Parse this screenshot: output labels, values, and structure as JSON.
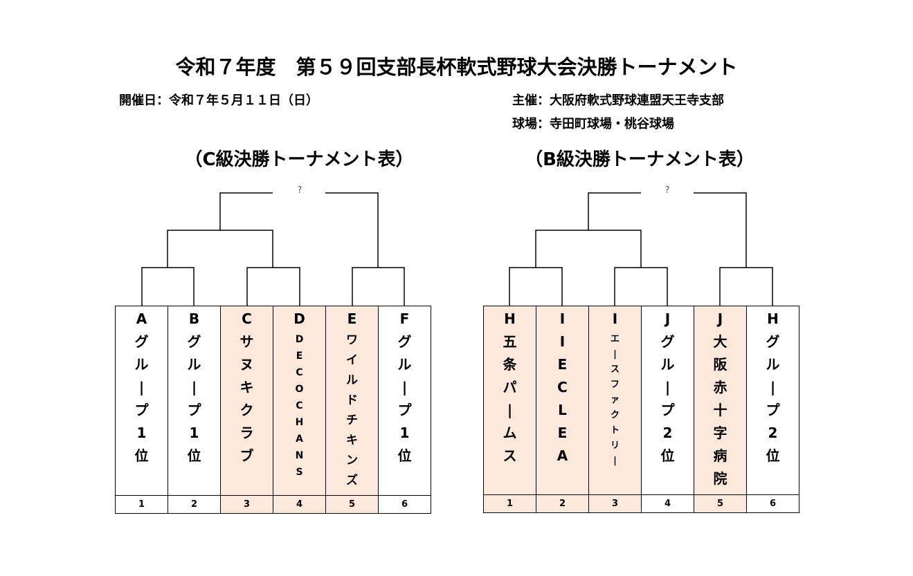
{
  "title": "令和７年度　第５９回支部長杯軟式野球大会決勝トーナメント",
  "date": "開催日：令和７年５月１１日（日）",
  "organizer": "主催：大阪府軟式野球連盟天王寺支部",
  "venue": "球場：寺田町球場・桃谷球場",
  "highlight_color": "#fce9dc",
  "brackets": [
    {
      "subtitle": "（C級決勝トーナメント表）",
      "winner": "?",
      "teams": [
        {
          "seed": "1",
          "group": "A",
          "name": "グループ1位",
          "style": "big",
          "highlight": false
        },
        {
          "seed": "2",
          "group": "B",
          "name": "グループ1位",
          "style": "big",
          "highlight": false
        },
        {
          "seed": "3",
          "group": "C",
          "name": "サヌキクラブ",
          "style": "big",
          "highlight": true
        },
        {
          "seed": "4",
          "group": "D",
          "name": "DECOCHANS",
          "style": "small",
          "highlight": true
        },
        {
          "seed": "5",
          "group": "E",
          "name": "ワイルドチキンズ",
          "style": "mid",
          "highlight": true
        },
        {
          "seed": "6",
          "group": "F",
          "name": "グループ1位",
          "style": "big",
          "highlight": false
        }
      ]
    },
    {
      "subtitle": "（B級決勝トーナメント表）",
      "winner": "?",
      "teams": [
        {
          "seed": "1",
          "group": "H",
          "name": "五条パームス",
          "style": "big",
          "highlight": true
        },
        {
          "seed": "2",
          "group": "I",
          "name": "IECLEA",
          "style": "big",
          "highlight": true
        },
        {
          "seed": "3",
          "group": "I",
          "name": "エースファクトリー",
          "style": "tiny",
          "highlight": true
        },
        {
          "seed": "4",
          "group": "J",
          "name": "グループ2位",
          "style": "big",
          "highlight": false
        },
        {
          "seed": "5",
          "group": "J",
          "name": "大阪赤十字病院",
          "style": "big",
          "highlight": true
        },
        {
          "seed": "6",
          "group": "H",
          "name": "グループ2位",
          "style": "big",
          "highlight": false
        }
      ]
    }
  ]
}
